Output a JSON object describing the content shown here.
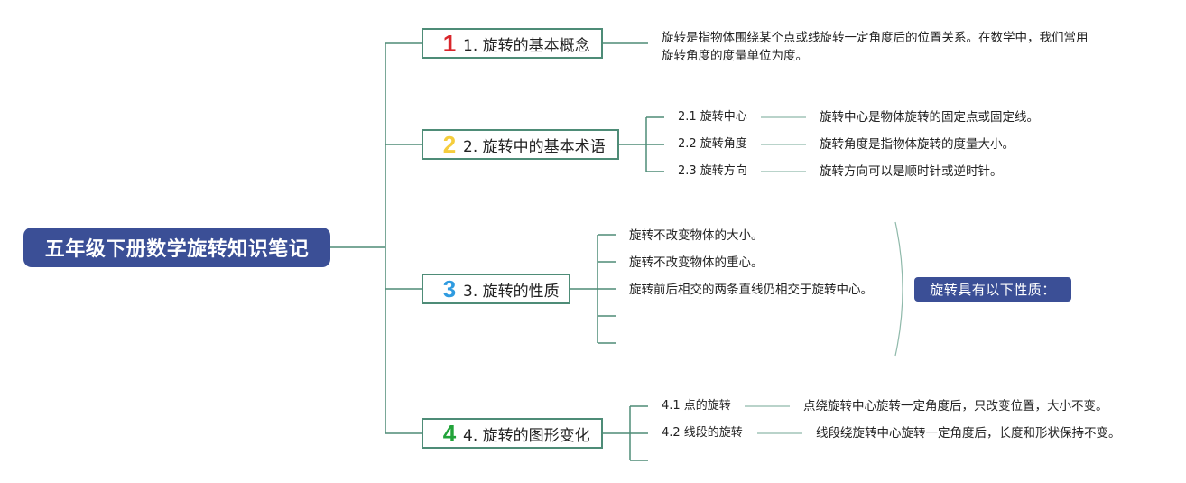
{
  "root": {
    "title": "五年级下册数学旋转知识笔记"
  },
  "topics": [
    {
      "number": "1",
      "number_color": "#d9262b",
      "label": "1. 旋转的基本概念",
      "note": [
        "旋转是指物体围绕某个点或线旋转一定角度后的位置关系。在数学中，我们常用",
        "旋转角度的度量单位为度。"
      ]
    },
    {
      "number": "2",
      "number_color": "#f5cd3d",
      "label": "2. 旋转中的基本术语",
      "subs": [
        {
          "label": "2.1 旋转中心",
          "desc": "旋转中心是物体旋转的固定点或固定线。"
        },
        {
          "label": "2.2 旋转角度",
          "desc": "旋转角度是指物体旋转的度量大小。"
        },
        {
          "label": "2.3 旋转方向",
          "desc": "旋转方向可以是顺时针或逆时针。"
        }
      ]
    },
    {
      "number": "3",
      "number_color": "#2f9be0",
      "label": "3. 旋转的性质",
      "items": [
        "旋转不改变物体的大小。",
        "旋转不改变物体的重心。",
        "旋转前后相交的两条直线仍相交于旋转中心。",
        "",
        ""
      ],
      "summary": "旋转具有以下性质："
    },
    {
      "number": "4",
      "number_color": "#22a33a",
      "label": "4. 旋转的图形变化",
      "subs": [
        {
          "label": "4.1 点的旋转",
          "desc": "点绕旋转中心旋转一定角度后，只改变位置，大小不变。"
        },
        {
          "label": "4.2 线段的旋转",
          "desc": "线段绕旋转中心旋转一定角度后，长度和形状保持不变。"
        }
      ]
    }
  ],
  "colors": {
    "root_bg": "#3b4f96",
    "line": "#4e8c77",
    "thin_line": "#8fb9aa"
  }
}
